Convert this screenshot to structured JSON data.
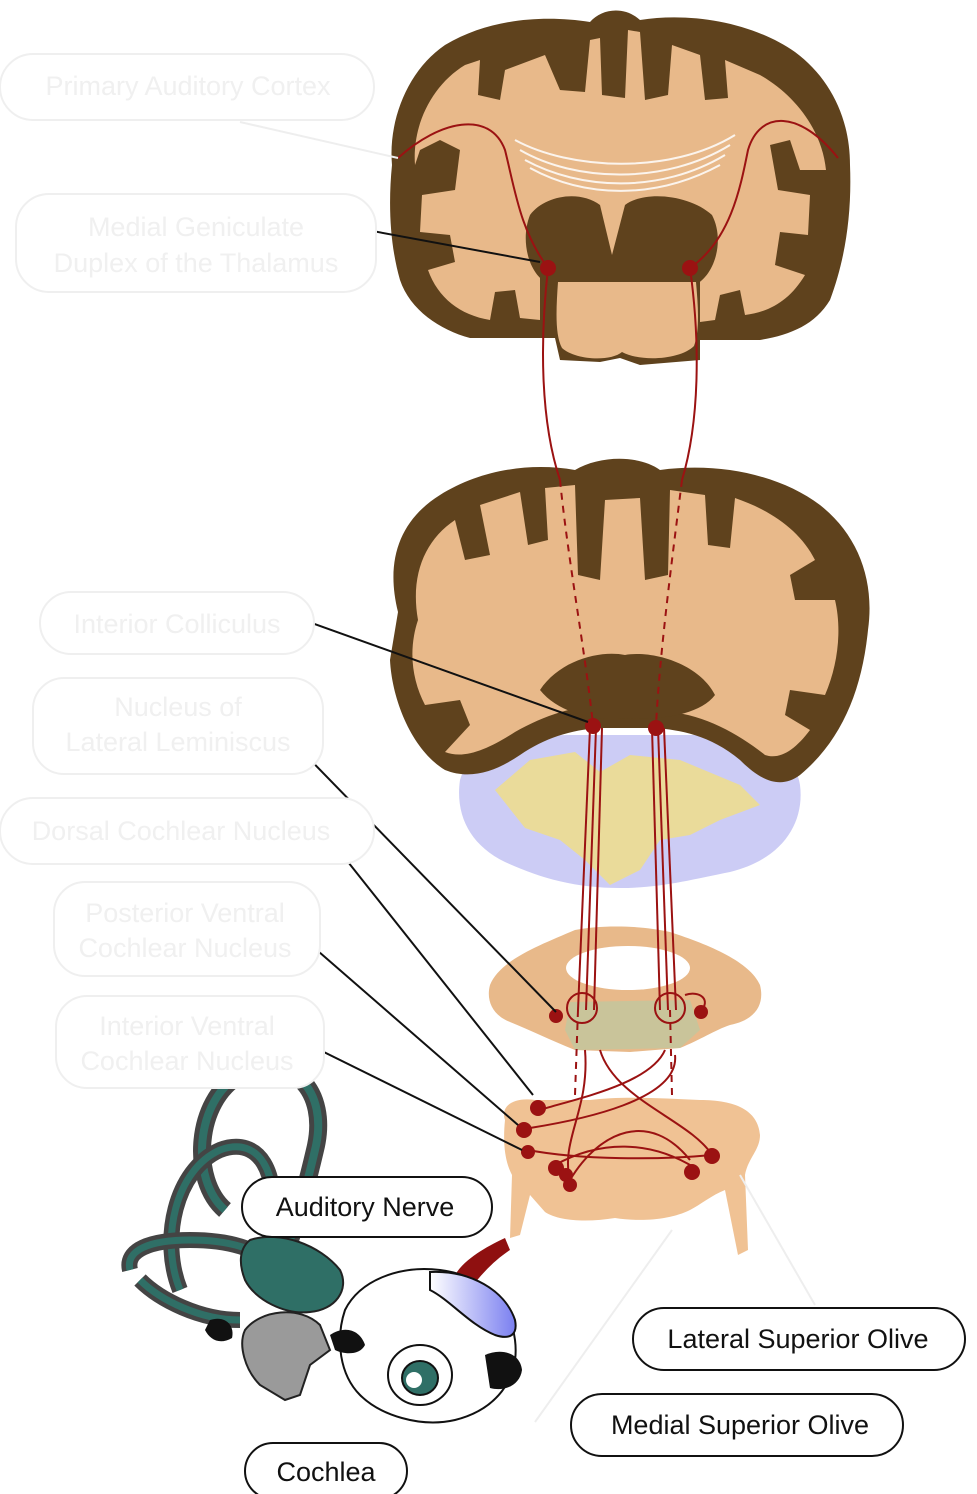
{
  "labels": {
    "primary_auditory_cortex": "Primary Auditory Cortex",
    "medial_geniculate": [
      "Medial Geniculate",
      "Duplex of the Thalamus"
    ],
    "interior_colliculus": "Interior Colliculus",
    "nucleus_lateral_leminiscus": [
      "Nucleus of",
      "Lateral Leminiscus"
    ],
    "dorsal_cochlear_nucleus": "Dorsal Cochlear Nucleus",
    "posterior_ventral_cochlear_nucleus": [
      "Posterior Ventral",
      "Cochlear Nucleus"
    ],
    "interior_ventral_cochlear_nucleus": [
      "Interior Ventral",
      "Cochlear Nucleus"
    ],
    "auditory_nerve": "Auditory Nerve",
    "lateral_superior_olive": "Lateral Superior Olive",
    "medial_superior_olive": "Medial Superior Olive",
    "cochlea": "Cochlea"
  },
  "colors": {
    "grey_matter": "#5f421d",
    "white_matter": "#e8b98a",
    "pathway": "#9b1212",
    "cerebellum_outer": "#ccccf5",
    "cerebellum_inner": "#eadb9a",
    "pons_tint": "#c9c49a",
    "labyrinth_dark": "#444444",
    "labyrinth_teal": "#2f6f66",
    "eardrum_blue": "#7a7ff0",
    "faded_label": "#f0f0f0"
  }
}
